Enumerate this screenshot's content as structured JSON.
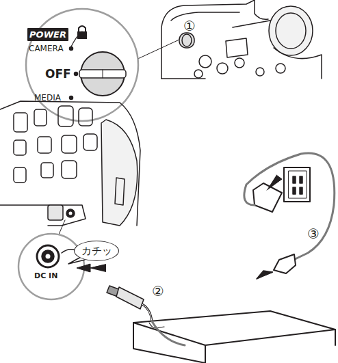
{
  "diagram": {
    "nodes": [
      {
        "text": [
          "POWER"
        ]
      },
      {
        "text": [
          "カチッ"
        ]
      }
    ],
    "labels": [
      "①",
      "CAMERA",
      "OFF",
      "MEDIA",
      "DC IN",
      "②",
      "③"
    ]
  }
}
